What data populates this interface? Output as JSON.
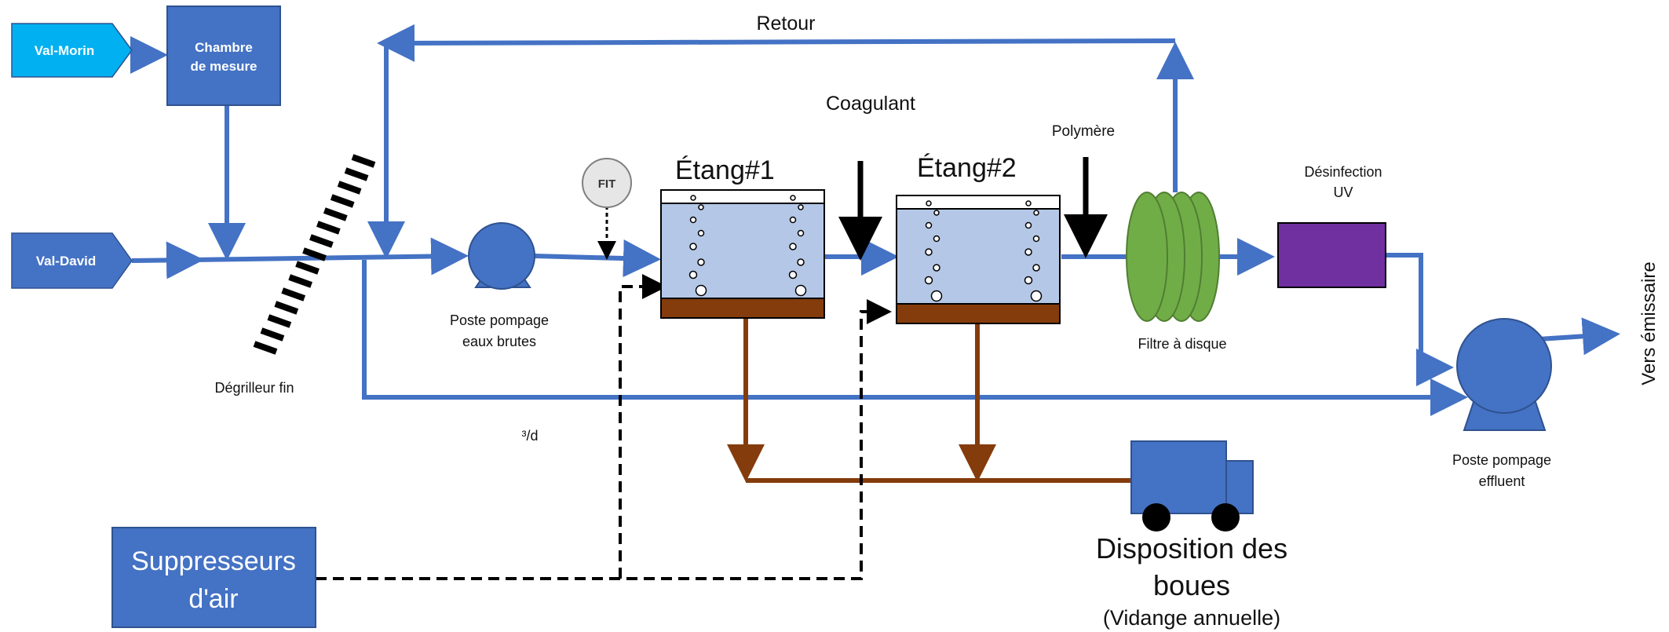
{
  "colors": {
    "pipe": "#4472C4",
    "box": "#4472C4",
    "box_border": "#2F528F",
    "val_morin": "#00B0F0",
    "sludge": "#843C0C",
    "pond_water": "#B4C7E7",
    "disk_filter": "#70AD47",
    "uv_unit": "#7030A0",
    "fit_gauge": "#E7E6E6"
  },
  "icons": [
    "bar-screen-icon",
    "pump-icon",
    "flow-meter-icon",
    "disk-filter-icon",
    "truck-icon"
  ],
  "sources": {
    "val_morin": "Val-Morin",
    "val_david": "Val-David"
  },
  "labels": {
    "chambre_line1": "Chambre",
    "chambre_line2": "de mesure",
    "retour": "Retour",
    "coagulant": "Coagulant",
    "polymere": "Polymère",
    "fit": "FIT",
    "etang1": "Étang#1",
    "etang2": "Étang#2",
    "degrilleur": "Dégrilleur fin",
    "poste_brutes_line1": "Poste pompage",
    "poste_brutes_line2": "eaux brutes",
    "flow_unit": "³/d",
    "filtre": "Filtre à disque",
    "desinfection_line1": "Désinfection",
    "desinfection_line2": "UV",
    "poste_effluent_line1": "Poste pompage",
    "poste_effluent_line2": "effluent",
    "vers_emissaire": "Vers émissaire",
    "suppresseurs_line1": "Suppresseurs",
    "suppresseurs_line2": "d'air",
    "disposition_line1": "Disposition des",
    "disposition_line2": "boues",
    "vidange": "(Vidange annuelle)"
  }
}
